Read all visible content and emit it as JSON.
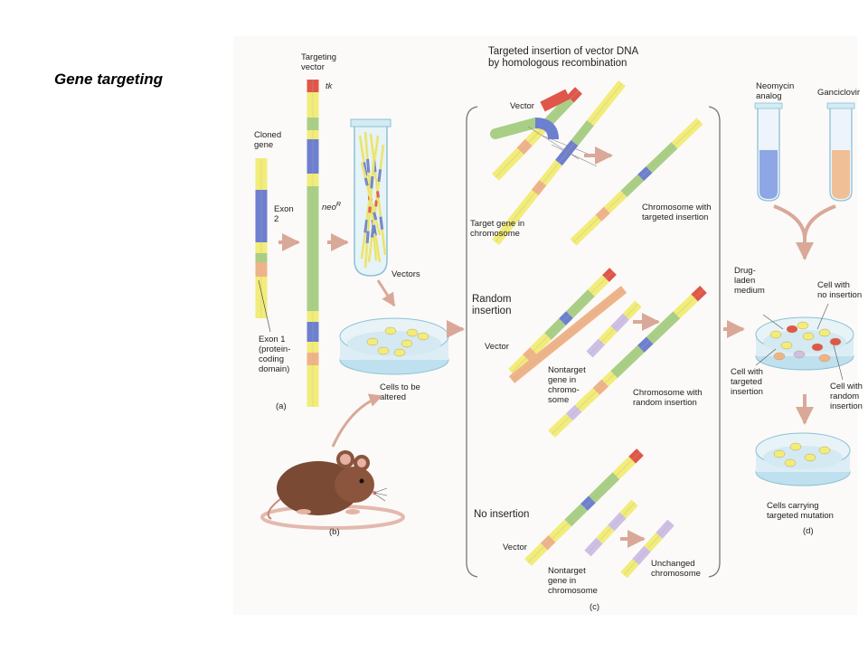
{
  "slide_title": "Gene targeting",
  "colors": {
    "yellow": "#f2ec7a",
    "blue": "#6d7fd0",
    "green": "#a9cf86",
    "red": "#e0564a",
    "orange": "#efb38a",
    "lavender": "#cdbfe6",
    "tube_blue": "#8ea6e6",
    "tube_orange": "#f1bf96",
    "arrow": "#e3c2b4"
  },
  "panel_a": {
    "cloned_gene": "Cloned\ngene",
    "targeting_vector": "Targeting\nvector",
    "tk": "tk",
    "exon2": "Exon\n2",
    "neo": "neo",
    "neo_sup": "R",
    "vectors": "Vectors",
    "exon1": "Exon 1\n(protein-\ncoding\ndomain)",
    "cells_to_be_altered": "Cells to be\naltered",
    "tag": "(a)"
  },
  "panel_b": {
    "tag": "(b)"
  },
  "panel_c": {
    "targeted_title": "Targeted insertion of vector DNA\nby homologous recombination",
    "vector1": "Vector",
    "target_gene": "Target gene in\nchromosome",
    "chrom_targeted": "Chromosome with\ntargeted insertion",
    "random_insertion": "Random\ninsertion",
    "vector2": "Vector",
    "nontarget_gene1": "Nontarget\ngene in\nchromo-\nsome",
    "chrom_random": "Chromosome with\nrandom insertion",
    "no_insertion": "No insertion",
    "vector3": "Vector",
    "nontarget_gene2": "Nontarget\ngene in\nchromosome",
    "unchanged": "Unchanged\nchromosome",
    "tag": "(c)"
  },
  "panel_d": {
    "neomycin": "Neomycin\nanalog",
    "ganciclovir": "Ganciclovir",
    "drug_laden": "Drug-\nladen\nmedium",
    "cell_no_insertion": "Cell with\nno insertion",
    "cell_targeted": "Cell with\ntargeted\ninsertion",
    "cell_random": "Cell with\nrandom\ninsertion",
    "cells_carrying": "Cells carrying\ntargeted mutation",
    "tag": "(d)"
  }
}
